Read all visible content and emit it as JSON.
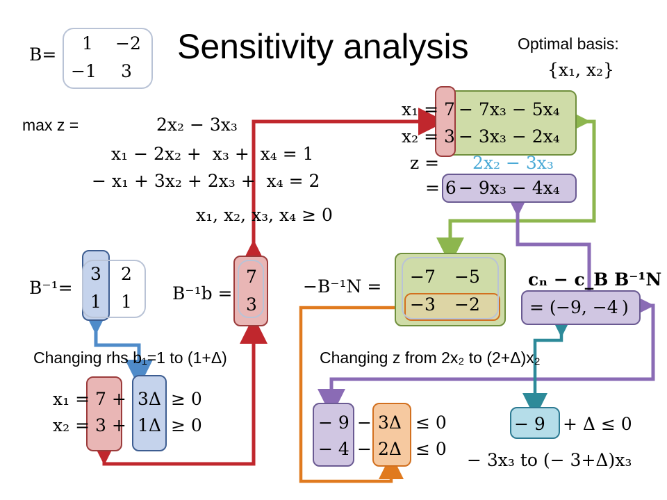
{
  "title": "Sensitivity analysis",
  "b_matrix": {
    "label": "B=",
    "r1c1": "1",
    "r1c2": "−2",
    "r2c1": "−1",
    "r2c2": "3"
  },
  "optimal_basis": {
    "label": "Optimal basis:",
    "set": "{x₁, x₂}"
  },
  "lp": {
    "objective_label": "max z =",
    "objective_expr": "2x₂ − 3x₃",
    "constraint1": "x₁ − 2x₂ +  x₃ +  x₄ = 1",
    "constraint2": "− x₁ + 3x₂ + 2x₃ +  x₄ = 2",
    "nonneg": "x₁, x₂, x₃, x₄ ≥ 0"
  },
  "dictionary": {
    "x1_lhs": "x₁ = 7",
    "x1_rhs": "− 7x₃ − 5x₄",
    "x2_lhs": "x₂ = 3",
    "x2_rhs": "− 3x₃ − 2x₄",
    "z_lhs": "z =",
    "z_expr": "2x₂ − 3x₃",
    "z2_lhs": "= 6",
    "z2_rhs": "− 9x₃ − 4x₄"
  },
  "binv": {
    "label": "B⁻¹=",
    "r1c1": "3",
    "r1c2": "2",
    "r2c1": "1",
    "r2c2": "1"
  },
  "binv_b": {
    "label": "B⁻¹b =",
    "v1": "7",
    "v2": "3"
  },
  "neg_binv_n": {
    "label": "−B⁻¹N =",
    "r1c1": "−7",
    "r1c2": "−5",
    "r2c1": "−3",
    "r2c2": "−2"
  },
  "reduced_costs": {
    "line1": "cₙ − c_B B⁻¹N",
    "line2_prefix": "= (",
    "values": "−9, −4",
    "line2_suffix": ")"
  },
  "rhs_change": {
    "heading": "Changing rhs b₁=1 to (1+Δ)",
    "x1_lhs": "x₁ = 7 +",
    "x1_term": "3Δ",
    "x1_rel": "≥ 0",
    "x2_lhs": "x₂ = 3 +",
    "x2_term": "1Δ",
    "x2_rel": "≥ 0"
  },
  "z_change": {
    "heading": "Changing z from 2x₂ to (2+Δ)x₂",
    "row1_a": "− 9",
    "row1_op": "−",
    "row1_b": "3Δ",
    "row1_rel": "≤ 0",
    "row2_a": "− 4",
    "row2_op": "−",
    "row2_b": "2Δ",
    "row2_rel": "≤ 0"
  },
  "x3_change": {
    "term": "− 9",
    "rest": "+ Δ ≤ 0",
    "caption": "− 3x₃ to (− 3+Δ)x₃"
  },
  "colors": {
    "red": "#c0272d",
    "green": "#8db64e",
    "purple": "#8a6bb5",
    "blue": "#4f8bc9",
    "orange": "#e07a1f",
    "teal": "#2d8a99",
    "cyan_text": "#49a9d6"
  }
}
